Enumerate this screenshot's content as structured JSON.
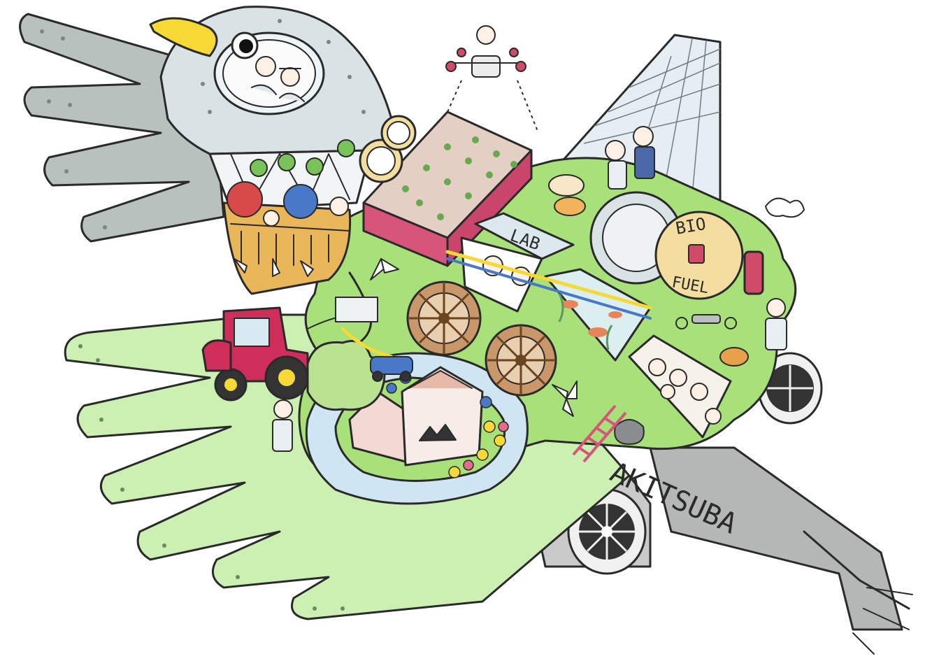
{
  "labels": {
    "lab": "LAB",
    "bio": "BIO",
    "fuel": "FUEL",
    "name": "AKITSUBA"
  },
  "colors": {
    "outline": "#2a2a2a",
    "wing_grey": "#b9c1bf",
    "wing_green": "#ccefb2",
    "deck_green": "#a8e07a",
    "metal": "#d9e2e4",
    "beak": "#f7d936",
    "tractor": "#cf2d5a",
    "planter": "#d7547a",
    "soil": "#e3cfc4",
    "wheel": "#9b6a3c",
    "water": "#cfe6f2",
    "biofuel": "#f3dea0",
    "tank": "#cf4b68",
    "jet": "#c9c9c9",
    "sky_tail": "#dde8f0"
  },
  "icons": [
    "bird-head-icon",
    "drone-icon",
    "tractor-icon",
    "water-wheel-icon",
    "wind-turbine-icon",
    "jet-engine-icon",
    "biofuel-tank-icon",
    "lab-building-icon",
    "fish-tank-icon",
    "greenhouse-tail-icon"
  ]
}
